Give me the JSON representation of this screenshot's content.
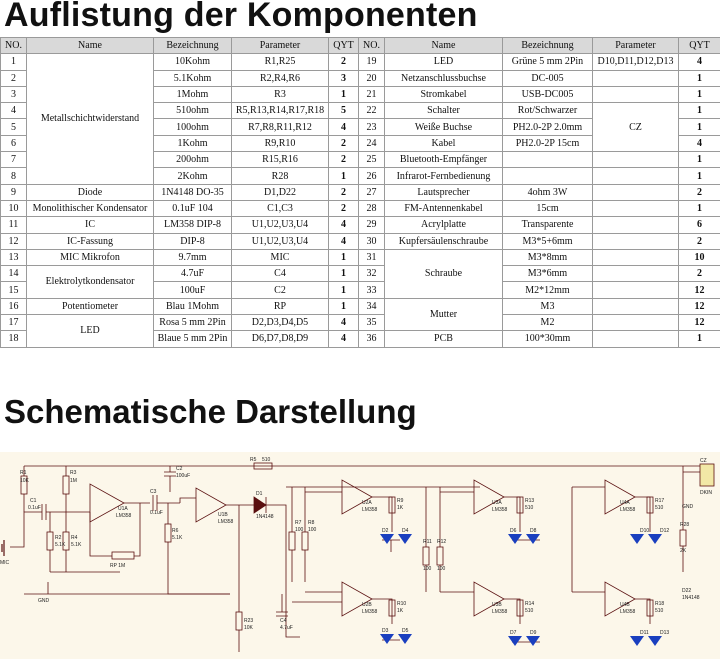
{
  "title1": "Auflistung der Komponenten",
  "title2": "Schematische Darstellung",
  "headers": [
    "NO.",
    "Name",
    "Bezeichnung",
    "Parameter",
    "QYT",
    "NO.",
    "Name",
    "Bezeichnung",
    "Parameter",
    "QYT"
  ],
  "left": {
    "rows": [
      {
        "no": "1",
        "bez": "10Kohm",
        "par": "R1,R25",
        "qyt": "2"
      },
      {
        "no": "2",
        "bez": "5.1Kohm",
        "par": "R2,R4,R6",
        "qyt": "3"
      },
      {
        "no": "3",
        "bez": "1Mohm",
        "par": "R3",
        "qyt": "1"
      },
      {
        "no": "4",
        "bez": "510ohm",
        "par": "R5,R13,R14,R17,R18",
        "qyt": "5"
      },
      {
        "no": "5",
        "bez": "100ohm",
        "par": "R7,R8,R11,R12",
        "qyt": "4"
      },
      {
        "no": "6",
        "bez": "1Kohm",
        "par": "R9,R10",
        "qyt": "2"
      },
      {
        "no": "7",
        "bez": "200ohm",
        "par": "R15,R16",
        "qyt": "2"
      },
      {
        "no": "8",
        "bez": "2Kohm",
        "par": "R28",
        "qyt": "1"
      },
      {
        "no": "9",
        "bez": "1N4148 DO-35",
        "par": "D1,D22",
        "qyt": "2"
      },
      {
        "no": "10",
        "bez": "0.1uF 104",
        "par": "C1,C3",
        "qyt": "2"
      },
      {
        "no": "11",
        "bez": "LM358 DIP-8",
        "par": "U1,U2,U3,U4",
        "qyt": "4"
      },
      {
        "no": "12",
        "bez": "DIP-8",
        "par": "U1,U2,U3,U4",
        "qyt": "4"
      },
      {
        "no": "13",
        "bez": "9.7mm",
        "par": "MIC",
        "qyt": "1"
      },
      {
        "no": "14",
        "bez": "4.7uF",
        "par": "C4",
        "qyt": "1"
      },
      {
        "no": "15",
        "bez": "100uF",
        "par": "C2",
        "qyt": "1"
      },
      {
        "no": "16",
        "bez": "Blau 1Mohm",
        "par": "RP",
        "qyt": "1"
      },
      {
        "no": "17",
        "bez": "Rosa 5 mm 2Pin",
        "par": "D2,D3,D4,D5",
        "qyt": "4"
      },
      {
        "no": "18",
        "bez": "Blaue 5 mm 2Pin",
        "par": "D6,D7,D8,D9",
        "qyt": "4"
      }
    ],
    "names": {
      "metall": "Metallschichtwiderstand",
      "diode": "Diode",
      "mono": "Monolithischer Kondensator",
      "ic": "IC",
      "fassung": "IC-Fassung",
      "mic": "MIC Mikrofon",
      "elektrolyt": "Elektrolytkondensator",
      "poti": "Potentiometer",
      "led": "LED"
    }
  },
  "right": {
    "rows": [
      {
        "no": "19",
        "name": "LED",
        "bez": "Grüne 5 mm 2Pin",
        "par": "D10,D11,D12,D13",
        "qyt": "4"
      },
      {
        "no": "20",
        "name": "Netzanschlussbuchse",
        "bez": "DC-005",
        "par": "",
        "qyt": "1"
      },
      {
        "no": "21",
        "name": "Stromkabel",
        "bez": "USB-DC005",
        "par": "",
        "qyt": "1"
      },
      {
        "no": "22",
        "name": "Schalter",
        "bez": "Rot/Schwarzer",
        "par": "",
        "qyt": "1"
      },
      {
        "no": "23",
        "name": "Weiße Buchse",
        "bez": "PH2.0-2P 2.0mm",
        "par": "",
        "qyt": "1"
      },
      {
        "no": "24",
        "name": "Kabel",
        "bez": "PH2.0-2P 15cm",
        "par": "",
        "qyt": "4"
      },
      {
        "no": "25",
        "name": "Bluetooth-Empfänger",
        "bez": "",
        "par": "",
        "qyt": "1"
      },
      {
        "no": "26",
        "name": "Infrarot-Fernbedienung",
        "bez": "",
        "par": "",
        "qyt": "1"
      },
      {
        "no": "27",
        "name": "Lautsprecher",
        "bez": "4ohm 3W",
        "par": "",
        "qyt": "2"
      },
      {
        "no": "28",
        "name": "FM-Antennenkabel",
        "bez": "15cm",
        "par": "",
        "qyt": "1"
      },
      {
        "no": "29",
        "name": "Acrylplatte",
        "bez": "Transparente",
        "par": "",
        "qyt": "6"
      },
      {
        "no": "30",
        "name": "Kupfersäulenschraube",
        "bez": "M3*5+6mm",
        "par": "",
        "qyt": "2"
      },
      {
        "no": "31",
        "name": "",
        "bez": "M3*8mm",
        "par": "",
        "qyt": "10"
      },
      {
        "no": "32",
        "name": "",
        "bez": "M3*6mm",
        "par": "",
        "qyt": "2"
      },
      {
        "no": "33",
        "name": "",
        "bez": "M2*12mm",
        "par": "",
        "qyt": "12"
      },
      {
        "no": "34",
        "name": "",
        "bez": "M3",
        "par": "",
        "qyt": "12"
      },
      {
        "no": "35",
        "name": "",
        "bez": "M2",
        "par": "",
        "qyt": "12"
      },
      {
        "no": "36",
        "name": "PCB",
        "bez": "100*30mm",
        "par": "",
        "qyt": "1"
      }
    ],
    "cz": "CZ",
    "schraube": "Schraube",
    "mutter": "Mutter"
  },
  "schematic": {
    "labels": {
      "r1": "R1",
      "r1v": "10K",
      "r3": "R3",
      "r3v": "1M",
      "c1": "C1",
      "c1v": "0.1uF",
      "r2": "R2",
      "r2v": "5.1K",
      "r4": "R4",
      "r4v": "5.1K",
      "rp": "RP 1M",
      "u1a": "U1A",
      "lm": "LM358",
      "c3": "C3",
      "c3v": "0.1uF",
      "c2": "C2",
      "c2v": "100uF",
      "r6": "R6",
      "r6v": "5.1K",
      "u1b": "U1B",
      "r5": "R5",
      "r5v": "510",
      "d1": "D1",
      "d1v": "1N4148",
      "r7": "R7",
      "r7v": "100",
      "r8": "R8",
      "r8v": "100",
      "r23": "R23",
      "r23v": "10K",
      "c4": "C4",
      "c4v": "4.7uF",
      "u2a": "U2A",
      "u2b": "U2B",
      "r9": "R9",
      "r9v": "1K",
      "r10": "R10",
      "r10v": "1K",
      "d2": "D2",
      "d4": "D4",
      "d3": "D3",
      "d5": "D5",
      "r11": "R11",
      "r11v": "100",
      "r12": "R12",
      "r12v": "100",
      "u3a": "U3A",
      "u3b": "U3B",
      "r13": "R13",
      "r13v": "510",
      "r14": "R14",
      "r14v": "510",
      "d6": "D6",
      "d8": "D8",
      "d7": "D7",
      "d9": "D9",
      "u4a": "U4A",
      "u4b": "U4B",
      "r17": "R17",
      "r17v": "510",
      "r18": "R18",
      "r18v": "510",
      "d10": "D10",
      "d12": "D12",
      "d11": "D11",
      "d13": "D13",
      "r28": "R28",
      "r28v": "2K",
      "d22": "D22",
      "d22v": "1N4148",
      "cz": "CZ",
      "dkin": "DKIN",
      "gnd": "GND",
      "mic": "MIC"
    }
  },
  "colors": {
    "schematic_bg": "#fcf7ea",
    "wire": "#5a1010",
    "led": "#1a3fbf",
    "header_bg": "#d9d9d9"
  }
}
